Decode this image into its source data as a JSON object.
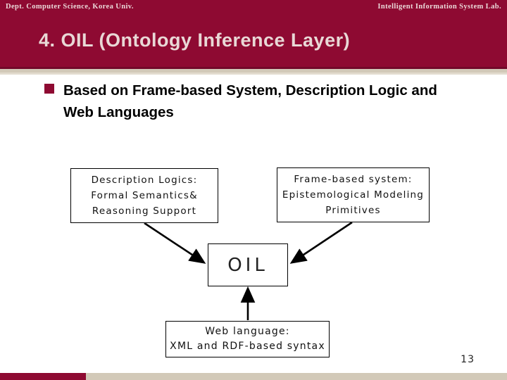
{
  "header": {
    "left_credit": "Dept. Computer Science, Korea Univ.",
    "right_credit": "Intelligent Information System Lab.",
    "title": "4. OIL (Ontology Inference Layer)"
  },
  "bullet": {
    "lines": [
      "Based on Frame-based System, Description Logic and",
      "Web Languages"
    ]
  },
  "diagram": {
    "description_logics_box": {
      "lines": [
        "Description Logics:",
        "Formal Semantics&",
        "Reasoning Support"
      ]
    },
    "frame_based_box": {
      "lines": [
        "Frame-based system:",
        "Epistemological Modeling",
        "Primitives"
      ]
    },
    "oil_box": {
      "label": "OIL"
    },
    "web_language_box": {
      "lines": [
        "Web language:",
        "XML and RDF-based syntax"
      ]
    }
  },
  "footer": {
    "page_number": "13"
  },
  "colors": {
    "maroon": "#8E0A32",
    "maroon_dark": "#73082A",
    "tan": "#D2C9B8",
    "tan_light": "#E2DBCE",
    "title_text": "#E9D8D6",
    "credit_text": "#EBD9D9"
  }
}
